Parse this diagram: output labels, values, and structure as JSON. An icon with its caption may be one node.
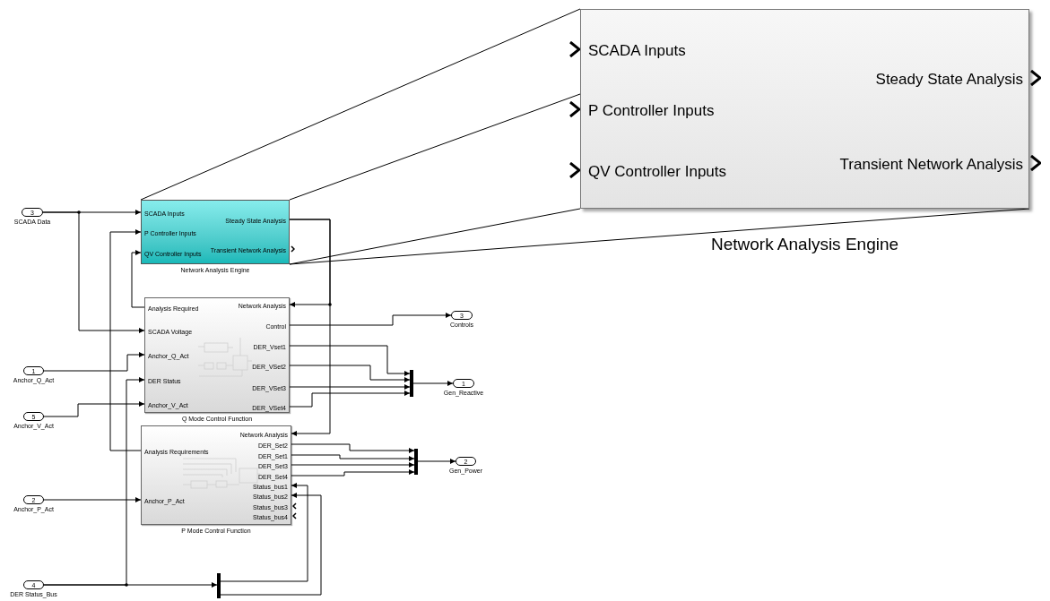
{
  "diagram": {
    "nodes": [
      {
        "text": [
          "3"
        ],
        "beside": [
          "SCADA Data"
        ]
      },
      {
        "text": [
          "1"
        ],
        "beside": [
          "Anchor_Q_Act"
        ]
      },
      {
        "text": [
          "5"
        ],
        "beside": [
          "Anchor_V_Act"
        ]
      },
      {
        "text": [
          "2"
        ],
        "beside": [
          "Anchor_P_Act"
        ]
      },
      {
        "text": [
          "4"
        ],
        "beside": [
          "DER Status_Bus"
        ]
      },
      {
        "text": [
          "SCADA Inputs",
          "P Controller Inputs",
          "QV Controller Inputs",
          "Steady State Analysis",
          "Transient Network Analysis"
        ],
        "beside": [
          "Network Analysis Engine"
        ]
      },
      {
        "text": [
          "Analysis Required",
          "SCADA Voltage",
          "Anchor_Q_Act",
          "DER Status",
          "Anchor_V_Act",
          "Network Analysis",
          "Control",
          "DER_Vset1",
          "DER_VSet2",
          "DER_VSet3",
          "DER_VSet4"
        ],
        "beside": [
          "Q Mode Control Function"
        ]
      },
      {
        "text": [
          "Analysis Requirements",
          "Anchor_P_Act",
          "Network Analysis",
          "DER_Set2",
          "DER_Set1",
          "DER_Set3",
          "DER_Set4",
          "Status_bus1",
          "Status_bus2",
          "Status_bus3",
          "Status_bus4"
        ],
        "beside": [
          "P Mode Control Function"
        ]
      },
      {
        "text": [],
        "shape": "bar"
      },
      {
        "text": [],
        "shape": "bar"
      },
      {
        "text": [],
        "shape": "bar"
      },
      {
        "text": [
          "3"
        ],
        "beside": [
          "Controls"
        ]
      },
      {
        "text": [
          "1"
        ],
        "beside": [
          "Gen_Reactive"
        ]
      },
      {
        "text": [
          "2"
        ],
        "beside": [
          "Gen_Power"
        ]
      },
      {
        "text": [
          "SCADA Inputs",
          "P Controller Inputs",
          "QV Controller Inputs",
          "Steady State Analysis",
          "Transient Network Analysis"
        ],
        "beside": [
          "Network Analysis Engine"
        ]
      }
    ],
    "edges": [
      {
        "from": 0,
        "to": 5,
        "arrow": "to"
      },
      {
        "from": 0,
        "to": 6,
        "arrow": "to"
      },
      {
        "from": 7,
        "to": 5,
        "arrow": "to"
      },
      {
        "from": 6,
        "to": 5,
        "arrow": "to"
      },
      {
        "from": 5,
        "to": 6,
        "arrow": "to"
      },
      {
        "from": 5,
        "to": 7,
        "arrow": "to"
      },
      {
        "from": 1,
        "to": 6,
        "arrow": "to"
      },
      {
        "from": 2,
        "to": 6,
        "arrow": "to"
      },
      {
        "from": 3,
        "to": 7,
        "arrow": "to"
      },
      {
        "from": 4,
        "to": 10,
        "arrow": "to"
      },
      {
        "from": 4,
        "to": 6,
        "arrow": "to"
      },
      {
        "from": 10,
        "to": 7,
        "arrow": "to"
      },
      {
        "from": 10,
        "to": 7,
        "arrow": "to"
      },
      {
        "from": 6,
        "to": 11,
        "arrow": "to"
      },
      {
        "from": 6,
        "to": 8,
        "arrow": "to"
      },
      {
        "from": 6,
        "to": 8,
        "arrow": "to"
      },
      {
        "from": 6,
        "to": 8,
        "arrow": "to"
      },
      {
        "from": 6,
        "to": 8,
        "arrow": "to"
      },
      {
        "from": 8,
        "to": 12,
        "arrow": "to"
      },
      {
        "from": 7,
        "to": 9,
        "arrow": "to"
      },
      {
        "from": 7,
        "to": 9,
        "arrow": "to"
      },
      {
        "from": 7,
        "to": 9,
        "arrow": "to"
      },
      {
        "from": 7,
        "to": 9,
        "arrow": "to"
      },
      {
        "from": 9,
        "to": 13,
        "arrow": "to"
      },
      {
        "from": 5,
        "to": 14,
        "arrow": "none"
      },
      {
        "from": 5,
        "to": 14,
        "arrow": "none"
      },
      {
        "from": 5,
        "to": 14,
        "arrow": "none"
      },
      {
        "from": 5,
        "to": 14,
        "arrow": "none"
      }
    ]
  }
}
